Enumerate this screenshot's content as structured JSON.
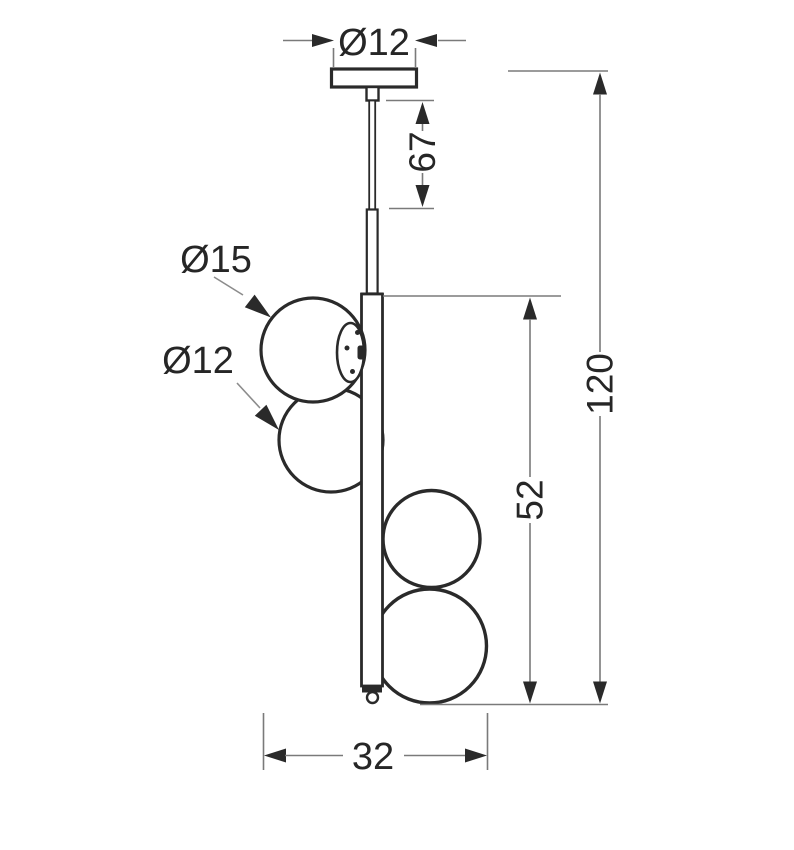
{
  "drawing": {
    "kind": "technical-dimension-diagram",
    "subject": "pendant lamp with four glass ball shades on a vertical rod",
    "labels": {
      "canopy_diameter": "Ø12",
      "wire_length": "67",
      "top_ball_diameter": "Ø15",
      "left_ball_diameter": "Ø12",
      "balls_section_height": "52",
      "total_height": "120",
      "fixture_width": "32"
    },
    "colors": {
      "outline": "#2a2a2a",
      "dimension_line": "#7a7a7a",
      "leader_line": "#8c8c8c",
      "text": "#262626",
      "background": "#ffffff"
    }
  }
}
